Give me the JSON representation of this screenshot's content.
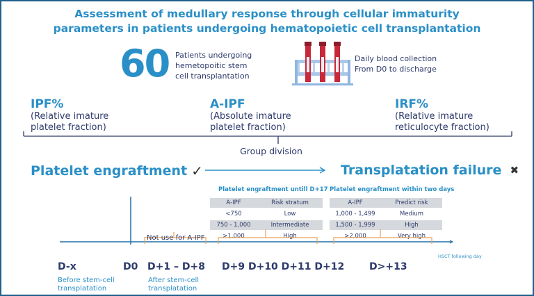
{
  "title": {
    "line1": "Assessment of medullary response through cellular immaturity",
    "line2": "parameters in patients undergoing hematopoietic cell transplantation"
  },
  "stats": {
    "patients": {
      "number": "60",
      "line1": "Patients undergoing",
      "line2": "hemetopoitic stem",
      "line3": "cell transplantation"
    },
    "collection": {
      "icon": "test-tubes-icon",
      "line1": "Daily blood collection",
      "line2": "From D0 to discharge"
    }
  },
  "parameters": [
    {
      "name": "IPF%",
      "line1": "(Relative imature",
      "line2": "platelet fraction)"
    },
    {
      "name": "A-IPF",
      "line1": "(Absolute imature",
      "line2": "platelet fraction)"
    },
    {
      "name": "IRF%",
      "line1": "(Relative imature",
      "line2": "reticulocyte fraction)"
    }
  ],
  "group_division": "Group division",
  "outcomes": {
    "left": {
      "label": "Platelet engraftment",
      "mark": "✓",
      "icon": "check-icon"
    },
    "right": {
      "label": "Transplatation failure",
      "mark": "✖",
      "icon": "cross-icon"
    }
  },
  "tables": [
    {
      "title": "Platelet engraftment untill D+17",
      "headers": [
        "A-IPF",
        "Risk stratum"
      ],
      "rows": [
        [
          "<750",
          "Low"
        ],
        [
          "750 - 1,000",
          "Intermediate"
        ],
        [
          ">1,000",
          "High"
        ]
      ]
    },
    {
      "title": "Platelet engraftment within two days",
      "headers": [
        "A-IPF",
        "Predict risk"
      ],
      "rows": [
        [
          "1,000 - 1,499",
          "Medium"
        ],
        [
          "1,500 - 1,999",
          "High"
        ],
        [
          ">2,000",
          "Very high"
        ]
      ]
    }
  ],
  "timeline": {
    "not_use": "Not use for A-IPF",
    "axis_label": "HSCT following day",
    "days": {
      "dx": "D-x",
      "d0": "D0",
      "d1_8": "D+1 – D+8",
      "d9_12": "D+9 D+10 D+11 D+12",
      "d13": "D>+13"
    },
    "before": {
      "line1": "Before stem-cell",
      "line2": "transplatation"
    },
    "after": {
      "line1": "After stem-cell",
      "line2": "transplatation"
    }
  },
  "colors": {
    "accent_blue": "#2a8fc7",
    "navy_text": "#2d3a6b",
    "bracket_orange": "#e8a25a",
    "frame": "#1f5f8b",
    "table_shade": "#d5d8dc"
  }
}
